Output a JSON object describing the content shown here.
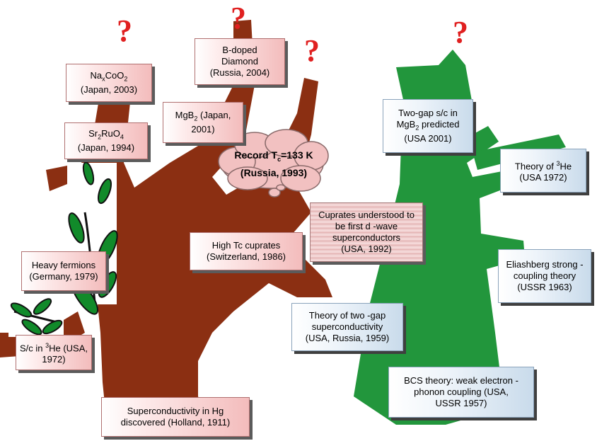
{
  "question_mark": "?",
  "brown_tree": {
    "color": "#8b2f12",
    "boxes": {
      "naxcoo2": {
        "pre": "Na",
        "sub1": "x",
        "mid": "CoO",
        "sub2": "2",
        "line2": "(Japan, 2003)"
      },
      "sr2ruo4": {
        "pre": "Sr",
        "sub1": "2",
        "mid": "RuO",
        "sub2": "4",
        "line2": "(Japan, 1994)"
      },
      "bdiamond": {
        "line1": "B-doped",
        "line2": "Diamond",
        "line3": "(Russia, 2004)"
      },
      "mgb2": {
        "pre": "MgB",
        "sub1": "2",
        "post": " (Japan,",
        "line2": "2001)"
      },
      "cuprates": {
        "line1": "High  Tc cuprates",
        "line2": "(Switzerland, 1986)"
      },
      "heavy": {
        "line1": "Heavy fermions",
        "line2": "(Germany, 1979)"
      },
      "sc3he": {
        "pre": "S/c in ",
        "sup": "3",
        "post": "He (USA,",
        "line2": "1972)"
      },
      "hg": {
        "line1": "Superconductivity in Hg",
        "line2": "discovered (Holland, 1911)"
      }
    },
    "cloud": {
      "pre": "Record  T",
      "sub": "c",
      "post": "=133 K",
      "line2": "(Russia, 1993)"
    }
  },
  "green_tree": {
    "color": "#22963c",
    "boxes": {
      "twogap": {
        "line1": "Two-gap s/c in",
        "pre": "MgB",
        "sub": "2",
        "post": " predicted",
        "line3": "(USA 2001)"
      },
      "he3": {
        "pre": "Theory of  ",
        "sup": "3",
        "post": "He",
        "line2": "(USA 1972)"
      },
      "dwave": {
        "line1": "Cuprates  understood to",
        "line2": "be first d  -wave",
        "line3": "superconductors",
        "line4": "(USA, 1992)"
      },
      "eliashberg": {
        "line1": "Eliashberg  strong -",
        "line2": "coupling theory",
        "line3": "(USSR 1963)"
      },
      "twogaptheory": {
        "line1": "Theory of two    -gap",
        "line2": "superconductivity",
        "line3": "(USA, Russia, 1959)"
      },
      "bcs": {
        "line1": "BCS theory: weak electron      -",
        "line2": "phonon coupling (USA,",
        "line3": "USSR 1957)"
      }
    }
  }
}
